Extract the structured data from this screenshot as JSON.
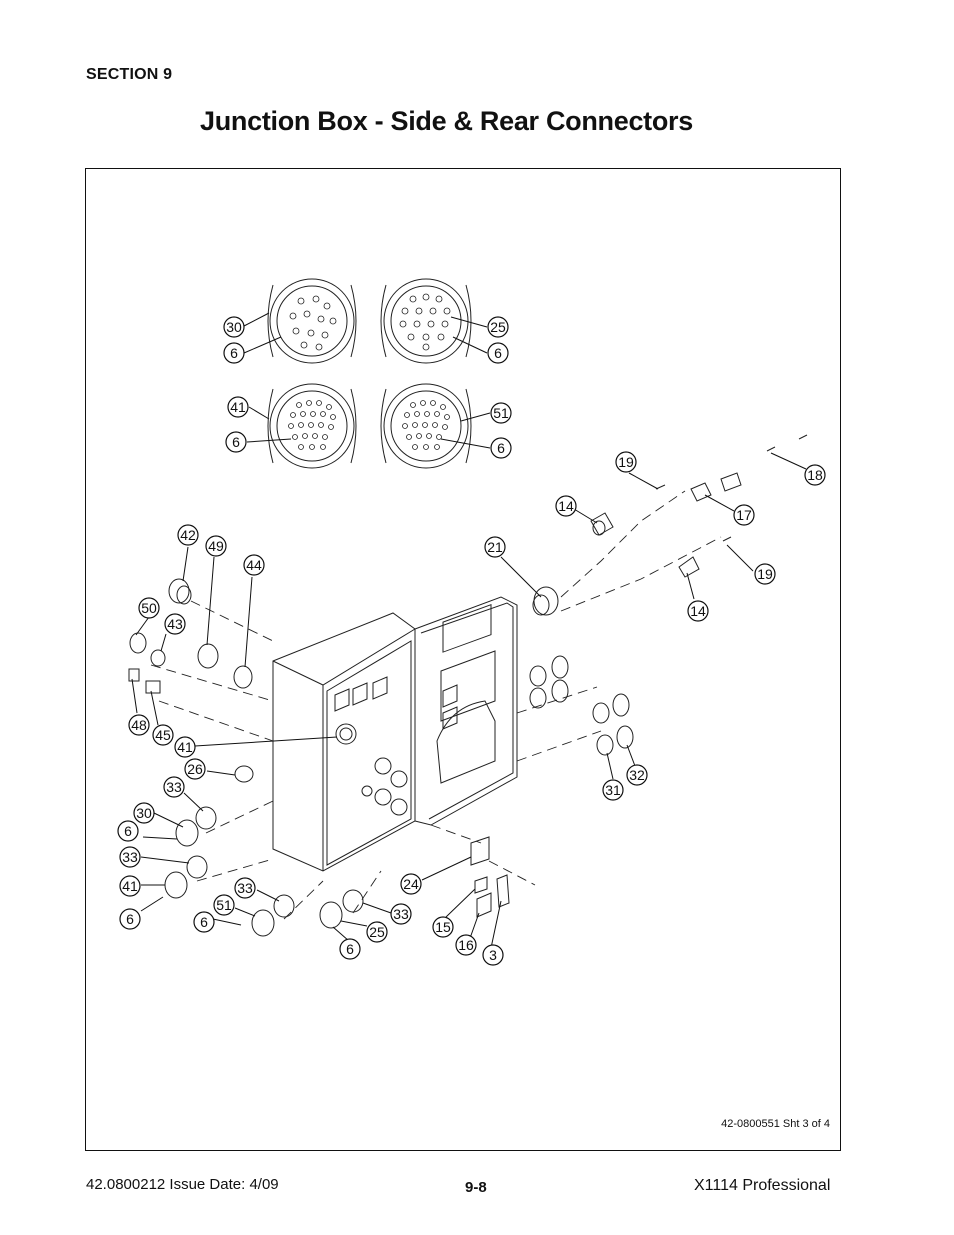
{
  "header": {
    "section": "SECTION 9",
    "title": "Junction Box - Side & Rear Connectors"
  },
  "drawing": {
    "number": "42-0800551 Sht 3 of 4",
    "callouts": [
      "30",
      "6",
      "25",
      "6",
      "41",
      "6",
      "51",
      "6",
      "19",
      "18",
      "14",
      "17",
      "21",
      "19",
      "14",
      "42",
      "49",
      "44",
      "50",
      "43",
      "48",
      "45",
      "41",
      "26",
      "33",
      "30",
      "6",
      "33",
      "41",
      "6",
      "33",
      "51",
      "6",
      "33",
      "25",
      "6",
      "24",
      "15",
      "16",
      "3",
      "31",
      "32"
    ]
  },
  "footer": {
    "doc_issue": "42.0800212  Issue Date: 4/09",
    "page": "9-8",
    "product": "X1114 Professional"
  }
}
